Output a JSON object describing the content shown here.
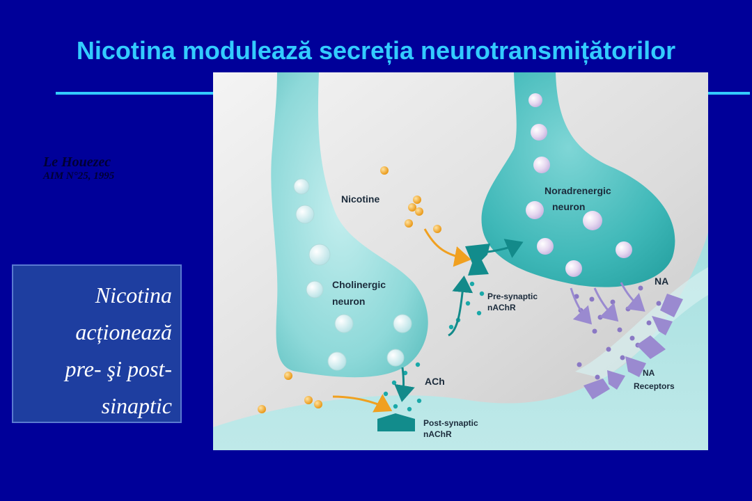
{
  "slide": {
    "title": "Nicotina modulează secreția neurotransmițătorilor",
    "citation": {
      "author": "Le Houezec",
      "source": "AIM N°25, 1995"
    },
    "callout": [
      "Nicotina",
      "acționează",
      "pre- şi post-",
      "sinaptic"
    ]
  },
  "figure": {
    "labels": {
      "nicotine": "Nicotine",
      "noradrenergic": [
        "Noradrenergic",
        "neuron"
      ],
      "cholinergic": [
        "Cholinergic",
        "neuron"
      ],
      "presynaptic": [
        "Pre-synaptic",
        "nAChR"
      ],
      "ach": "ACh",
      "postsynaptic": [
        "Post-synaptic",
        "nAChR"
      ],
      "na": "NA",
      "na_receptors": [
        "NA",
        "Receptors"
      ]
    },
    "colors": {
      "background": "#000099",
      "title": "#33ccff",
      "neuron": "#6fcfcf",
      "nicotine": "#f0a020",
      "acetylcholine": "#1aa8a8",
      "noradrenaline": "#9080c8"
    }
  }
}
